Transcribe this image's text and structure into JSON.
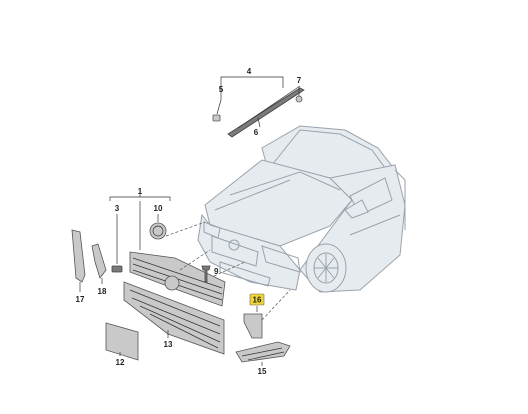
{
  "callouts": {
    "c1": "1",
    "c3": "3",
    "c4": "4",
    "c5": "5",
    "c6": "6",
    "c7": "7",
    "c9": "9",
    "c10": "10",
    "c12": "12",
    "c13": "13",
    "c15": "15",
    "c16": "16",
    "c17": "17",
    "c18": "18"
  },
  "highlight_callout": "16",
  "colors": {
    "highlight": "#f2d633",
    "part_gray": "#c9c9c9",
    "car_outline": "#9aa2ab"
  }
}
